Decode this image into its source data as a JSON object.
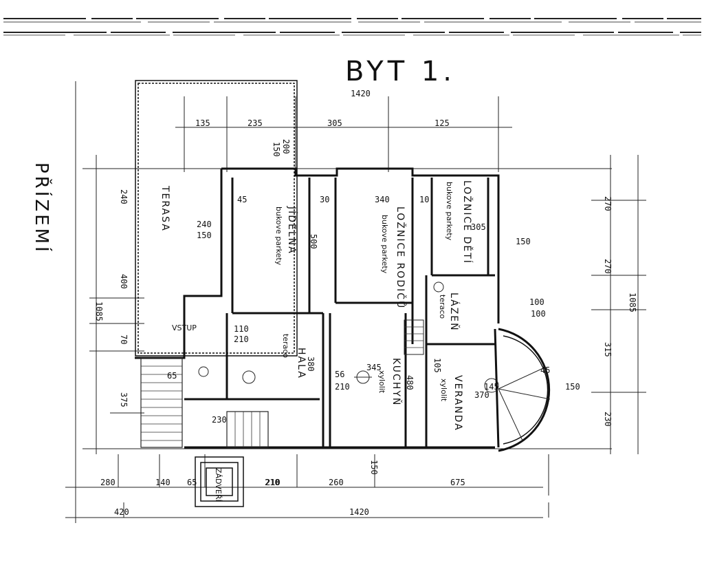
{
  "drawing": {
    "title": "BYT 1.",
    "floor_label": "PŘÍZEMÍ",
    "stairs_label": "VSTUP"
  },
  "rooms": [
    {
      "id": "terasa",
      "name": "TERASA",
      "note": ""
    },
    {
      "id": "jidelna",
      "name": "JÍDELNA",
      "note": "bukove parkety"
    },
    {
      "id": "loznice-rodicu",
      "name": "LOŽNICE RODIČŮ",
      "note": "bukove parkety"
    },
    {
      "id": "loznice-deti",
      "name": "LOŽNICE DĚTÍ",
      "note": "bukove parkety"
    },
    {
      "id": "hala",
      "name": "HALA",
      "note": "teraco"
    },
    {
      "id": "kuchyn",
      "name": "KUCHYŇ",
      "note": "xylolit"
    },
    {
      "id": "koupelna",
      "name": "LÁZEŇ",
      "note": "teraco"
    },
    {
      "id": "veranda",
      "name": "VERANDA",
      "note": "xylolit"
    },
    {
      "id": "zadveri",
      "name": "ZÁDVEŘÍ",
      "note": ""
    }
  ],
  "dimensions": {
    "top_overall": "1420",
    "top_chain": [
      "135",
      "235",
      "305",
      "125"
    ],
    "bottom_chain": [
      "280",
      "140",
      "65",
      "210",
      "260",
      "675"
    ],
    "bottom_overall": [
      "420",
      "1420"
    ],
    "left_chain": [
      "240",
      "400",
      "70",
      "375"
    ],
    "left_overall": "1085",
    "right_chain": [
      "270",
      "270",
      "315",
      "230"
    ],
    "right_overall": "1085",
    "misc": [
      "200",
      "150",
      "45",
      "30",
      "340",
      "10",
      "305",
      "150",
      "240",
      "150",
      "100",
      "500",
      "110",
      "210",
      "380",
      "345",
      "480",
      "105",
      "370",
      "145",
      "150",
      "45",
      "56",
      "210",
      "65",
      "230",
      "210",
      "150",
      "100"
    ]
  }
}
